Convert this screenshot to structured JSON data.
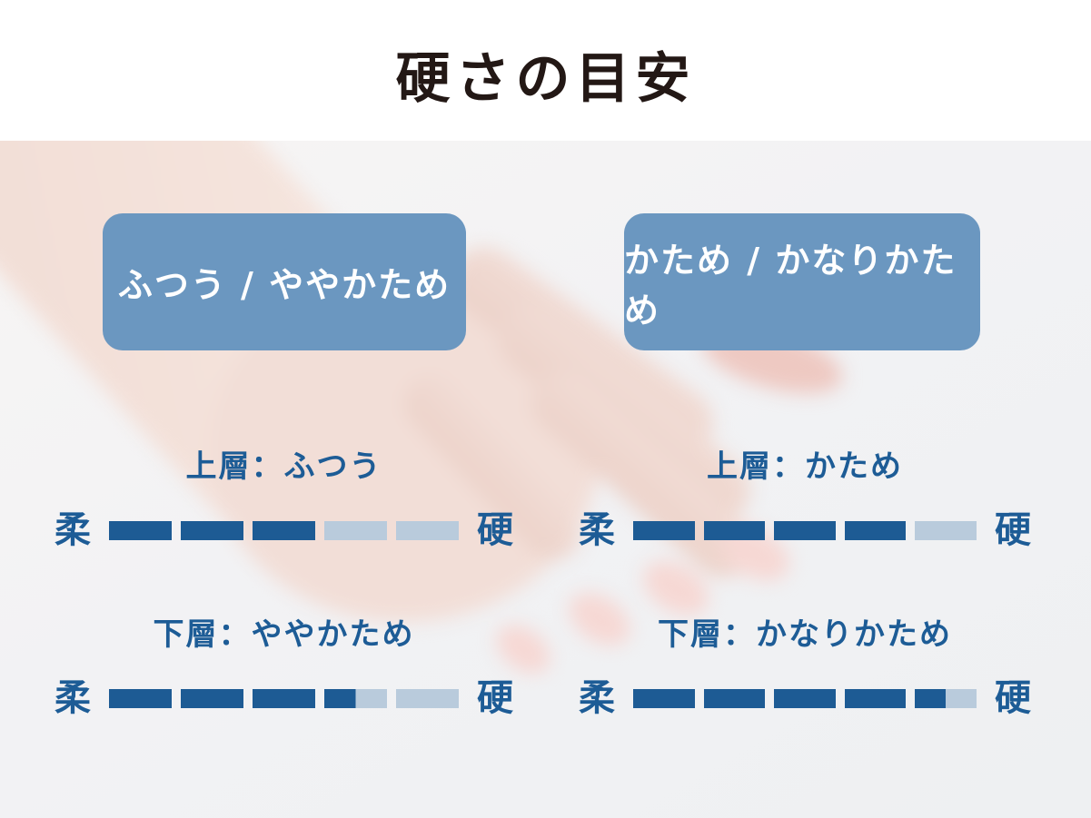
{
  "title": "硬さの目安",
  "badges": [
    {
      "label": "ふつう / ややかため"
    },
    {
      "label": "かため / かなりかため"
    }
  ],
  "scales": [
    {
      "label": "上層：ふつう",
      "soft_label": "柔",
      "hard_label": "硬",
      "segments_total": 5,
      "segments_filled": 3
    },
    {
      "label": "上層：かため",
      "soft_label": "柔",
      "hard_label": "硬",
      "segments_total": 5,
      "segments_filled": 4
    },
    {
      "label": "下層：ややかため",
      "soft_label": "柔",
      "hard_label": "硬",
      "segments_total": 5,
      "segments_filled": 3.5
    },
    {
      "label": "下層：かなりかため",
      "soft_label": "柔",
      "hard_label": "硬",
      "segments_total": 5,
      "segments_filled": 4.5
    }
  ],
  "colors": {
    "title_text": "#231815",
    "badge_bg": "#6b97c0",
    "badge_text": "#ffffff",
    "scale_text": "#1d5c96",
    "segment_filled": "#1d5b94",
    "segment_empty": "#b9cbdc"
  },
  "chart_data": {
    "type": "bar",
    "title": "硬さの目安",
    "scale": {
      "min": 0,
      "max": 5,
      "soft_end_label": "柔",
      "hard_end_label": "硬"
    },
    "series": [
      {
        "name": "ふつう / ややかため",
        "points": [
          {
            "layer": "上層",
            "firmness": "ふつう",
            "value": 3
          },
          {
            "layer": "下層",
            "firmness": "ややかため",
            "value": 3.5
          }
        ]
      },
      {
        "name": "かため / かなりかため",
        "points": [
          {
            "layer": "上層",
            "firmness": "かため",
            "value": 4
          },
          {
            "layer": "下層",
            "firmness": "かなりかため",
            "value": 4.5
          }
        ]
      }
    ]
  }
}
